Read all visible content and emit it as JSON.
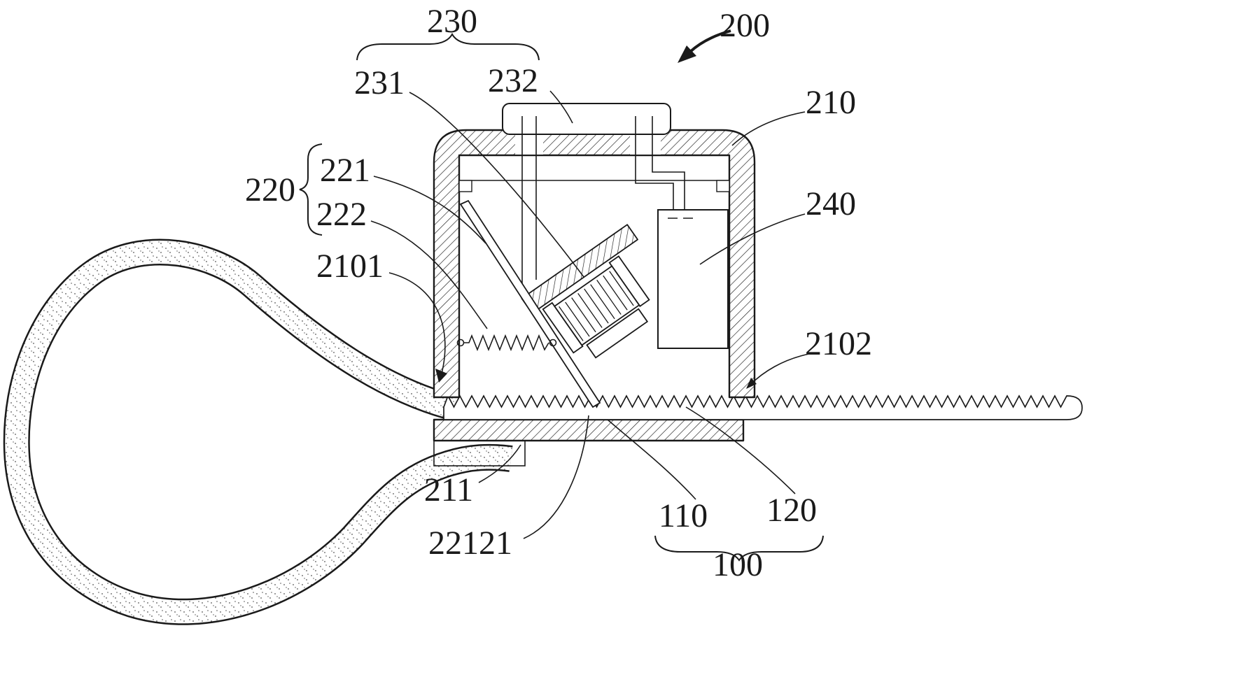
{
  "figure": {
    "background_color": "#ffffff",
    "line_color": "#1a1a1a"
  },
  "labels": {
    "n230": "230",
    "n200": "200",
    "n231": "231",
    "n232": "232",
    "n210": "210",
    "n220": "220",
    "n221": "221",
    "n222": "222",
    "n2101": "2101",
    "n240": "240",
    "n2102": "2102",
    "n211": "211",
    "n22121": "22121",
    "n110": "110",
    "n120": "120",
    "n100": "100"
  }
}
